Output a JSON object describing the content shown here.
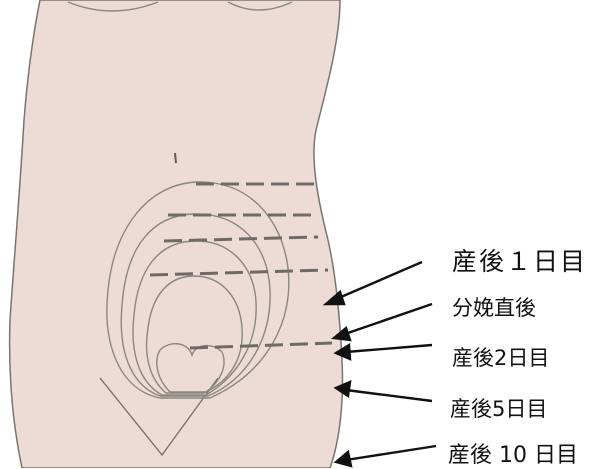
{
  "labels": {
    "day1": "産後１日目",
    "postpartum": "分娩直後",
    "day2": "産後2日目",
    "day5": "産後5日目",
    "day10": "産後 10 日目"
  },
  "colors": {
    "skin": "#eddcd5",
    "outline": "#7a7470",
    "uterus_line": "#8a8682",
    "dash": "#6e6a66",
    "arrow": "#111111"
  }
}
